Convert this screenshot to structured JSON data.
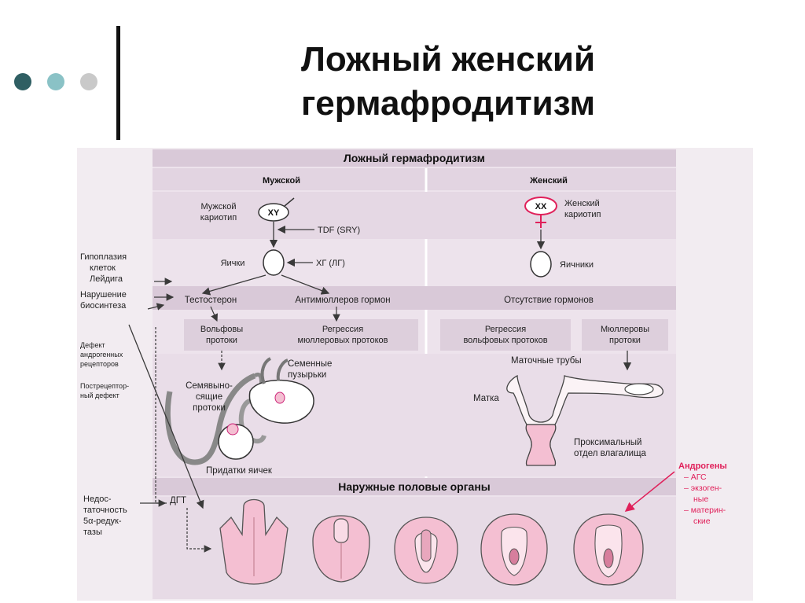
{
  "slide": {
    "title_line1": "Ложный женский",
    "title_line2": "гермафродитизм",
    "dot_colors": [
      "#2f5f63",
      "#8ac2c6",
      "#c9c9c9"
    ]
  },
  "colors": {
    "panel_bg": "#ede3ec",
    "band": "#d9c9d8",
    "box": "#e7d9e6",
    "organ_pink": "#f4bfd2",
    "accent_red": "#e0205a",
    "line": "#3a3a3a"
  },
  "diagram": {
    "header": "Ложный гермафродитизм",
    "male_header": "Мужской",
    "female_header": "Женский",
    "male_karyotype_symbol": "XY",
    "male_karyotype_label": [
      "Мужской",
      "кариотип"
    ],
    "tdf": "TDF (SRY)",
    "testes": "Яички",
    "hcg": "ХГ (ЛГ)",
    "testosterone": "Тестостерон",
    "amh": "Антимюллеров гормон",
    "wolffian": [
      "Вольфовы",
      "протоки"
    ],
    "mullerian_regression": [
      "Регрессия",
      "мюллеровых протоков"
    ],
    "seminal_vesicles": [
      "Семенные",
      "пузырьки"
    ],
    "vas_deferens": [
      "Семявыно-",
      "сящие",
      "протоки"
    ],
    "epididymis": "Придатки яичек",
    "female_karyotype_symbol": "XX",
    "female_karyotype_label": [
      "Женский",
      "кариотип"
    ],
    "ovaries": "Яичники",
    "no_hormones": "Отсутствие гормонов",
    "wolffian_regression": [
      "Регрессия",
      "вольфовых протоков"
    ],
    "mullerian_ducts": [
      "Мюллеровы",
      "протоки"
    ],
    "fallopian_tubes": "Маточные трубы",
    "uterus": "Матка",
    "proximal_vagina": [
      "Проксимальный",
      "отдел влагалища"
    ],
    "external_genitalia": "Наружные половые органы",
    "dht": "ДГТ",
    "left_notes": {
      "leydig_hypoplasia": [
        "Гипоплазия",
        "клеток",
        "Лейдига"
      ],
      "biosynthesis_defect": [
        "Нарушение",
        "биосинтеза"
      ],
      "receptor_defect": [
        "Дефект",
        "андрогенных",
        "рецепторов"
      ],
      "postreceptor_defect": [
        "Пострецептор-",
        "ный дефект"
      ],
      "reductase_deficiency": [
        "Недос-",
        "таточность",
        "5α-редук-",
        "тазы"
      ]
    },
    "androgens": {
      "title": "Андрогены",
      "items": [
        "– АГС",
        "– экзоген-",
        "ные",
        "– материн-",
        "ские"
      ]
    }
  }
}
